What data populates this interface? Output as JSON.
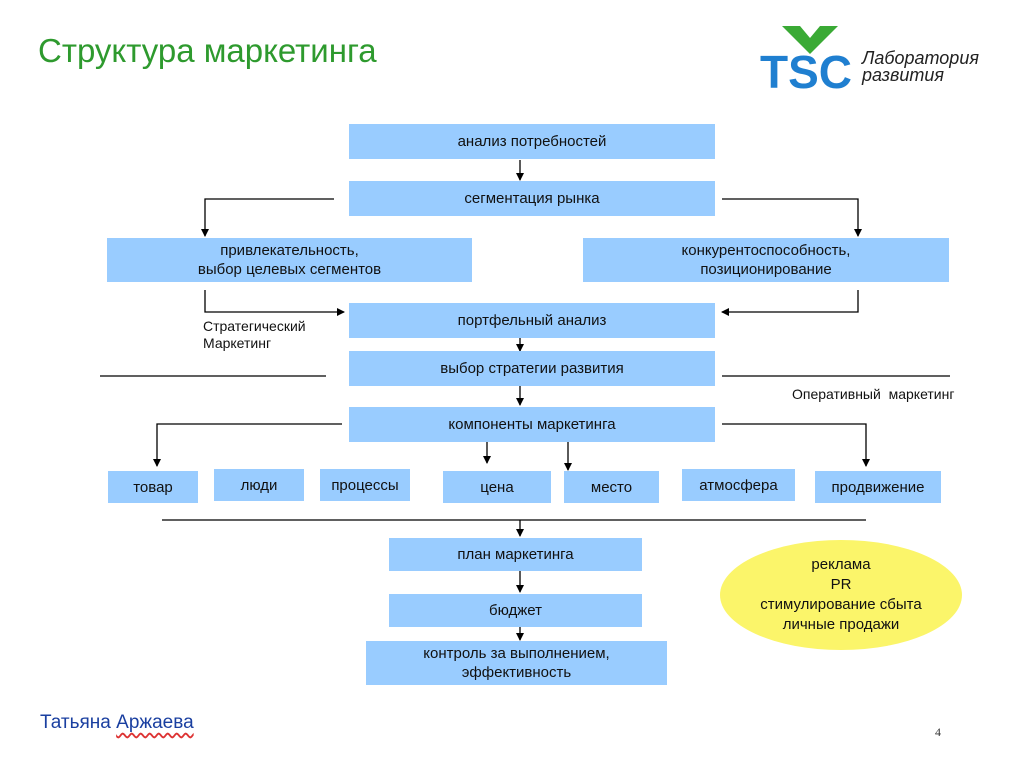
{
  "title": "Структура маркетинга",
  "logo": {
    "text": "TSC",
    "sub1": "Лаборатория",
    "sub2": "развития",
    "color_blue": "#1f7fd0",
    "color_green": "#3aaa35"
  },
  "nodes": {
    "needs": "анализ потребностей",
    "segmentation": "сегментация рынка",
    "attract1": "привлекательность,",
    "attract2": "выбор целевых сегментов",
    "compet1": "конкурентоспособность,",
    "compet2": "позиционирование",
    "portfolio": "портфельный анализ",
    "strategy": "выбор стратегии развития",
    "components": "компоненты маркетинга",
    "plan": "план маркетинга",
    "budget": "бюджет",
    "control1": "контроль за выполнением,",
    "control2": "эффективность"
  },
  "components": [
    "товар",
    "люди",
    "процессы",
    "цена",
    "место",
    "атмосфера",
    "продвижение"
  ],
  "labels": {
    "strategic1": "Стратегический",
    "strategic2": "Маркетинг",
    "operative": "Оперативный  маркетинг"
  },
  "promotion": [
    "реклама",
    "PR",
    "стимулирование сбыта",
    "личные продажи"
  ],
  "author": {
    "first": "Татьяна",
    "last": "Аржаева"
  },
  "page_number": "4"
}
